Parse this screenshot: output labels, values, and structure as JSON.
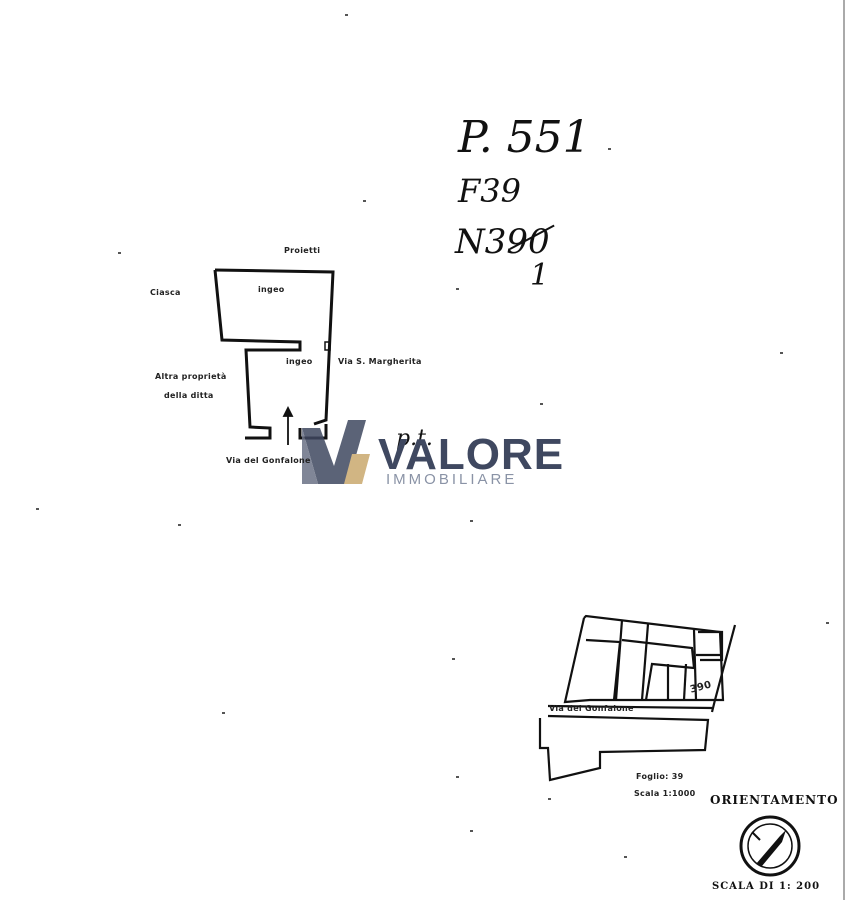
{
  "reference": {
    "particella": "P. 551",
    "foglio": "F39",
    "numero": "N390",
    "subalterno": "1"
  },
  "floor_plan": {
    "label_top_neighbor": "Proietti",
    "label_left_neighbor": "Ciasca",
    "room_upper": "ingeo",
    "room_lower": "ingeo",
    "label_right_street": "Via S. Margherita",
    "label_left_property_line1": "Altra proprietà",
    "label_left_property_line2": "della ditta",
    "floor_level": "p.t.",
    "label_bottom_street": "Via del Gonfalone"
  },
  "watermark": {
    "name": "VALORE",
    "subtitle": "IMMOBILIARE",
    "accent_color": "#c9a96e",
    "main_color": "#3f4860"
  },
  "location_map": {
    "street_label": "Via del Gonfalone",
    "parcel_number": "390",
    "foglio_label": "Foglio: 39",
    "scala_label": "Scala 1:1000"
  },
  "orientation": {
    "title": "ORIENTAMENTO",
    "compass_icon": "compass-icon"
  },
  "scale": {
    "label": "SCALA DI 1: 200"
  }
}
